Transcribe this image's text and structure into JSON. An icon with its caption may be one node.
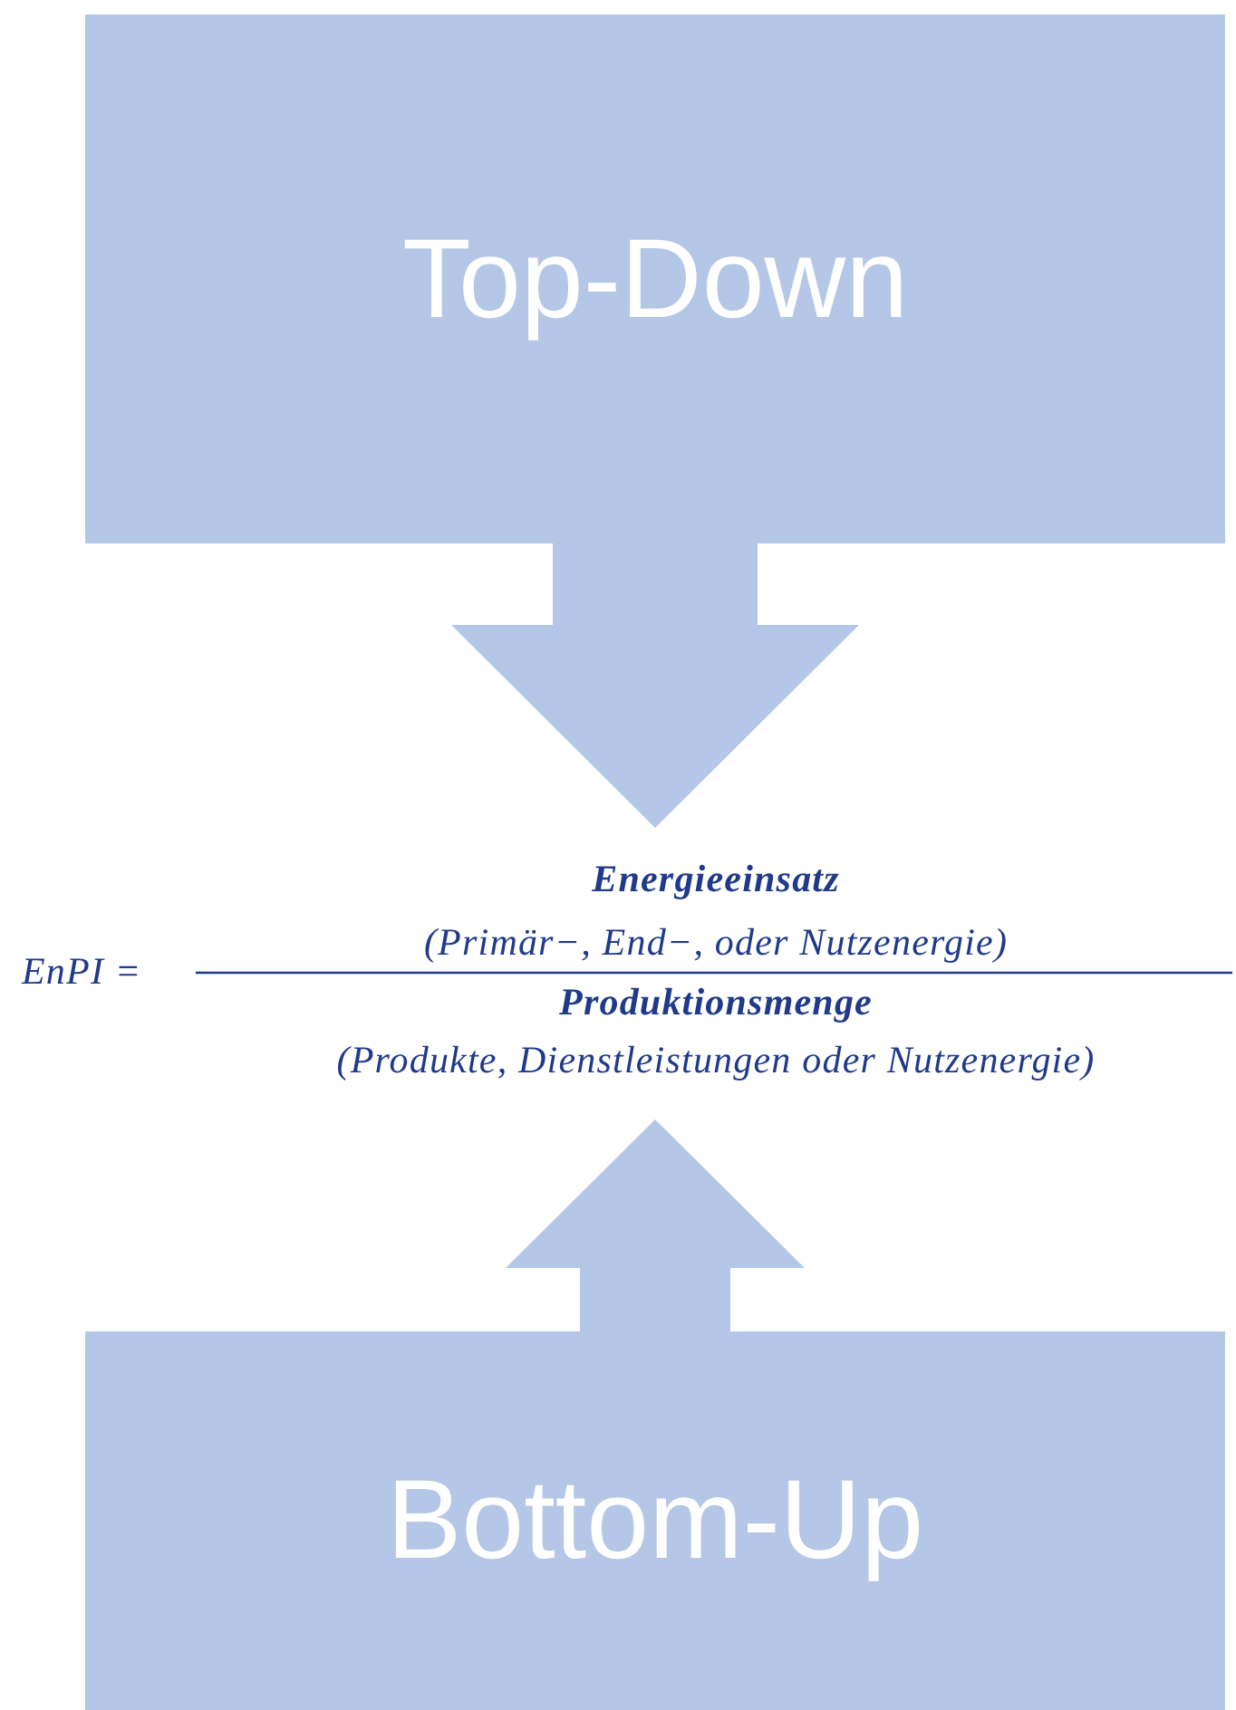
{
  "diagram": {
    "nodes": [
      {
        "text": [
          "Top-Down"
        ]
      },
      {
        "text": [
          "EnPI =",
          "Energieeinsatz",
          "(Primär−, End−, oder Nutzenergie)",
          "Produktionsmenge",
          "(Produkte, Dienstleistungen oder Nutzenergie)"
        ]
      },
      {
        "text": [
          "Bottom-Up"
        ]
      }
    ],
    "edges": [
      {
        "from": 0,
        "to": 1,
        "arrow": "to"
      },
      {
        "from": 2,
        "to": 1,
        "arrow": "to"
      }
    ]
  }
}
